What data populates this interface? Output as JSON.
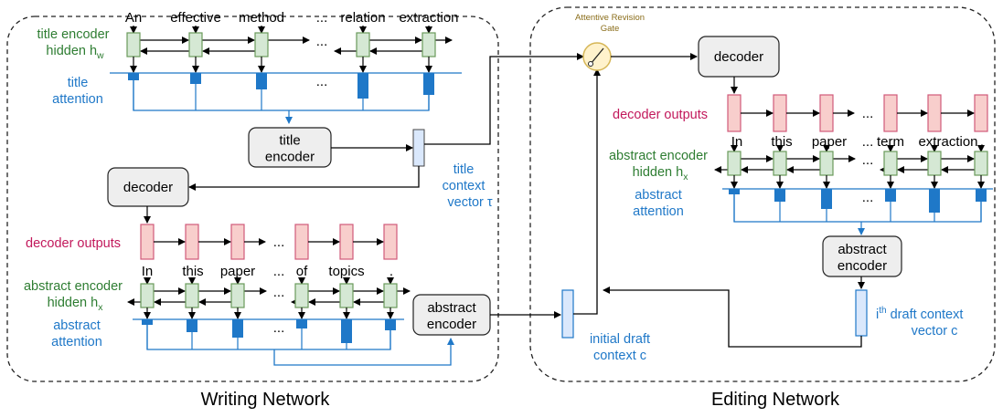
{
  "colors": {
    "green_text": "#2e7d32",
    "blue_text": "#1f78c8",
    "pink_text": "#c2185b",
    "encoder_fill": "#d5e8d4",
    "encoder_stroke": "#6a9a5b",
    "decoder_fill": "#f8cecc",
    "decoder_stroke": "#d05a7a",
    "attention": "#1f78c8",
    "context_fill": "#dae8fc",
    "module_fill": "#eeeeee",
    "gate_fill": "#fff2cc",
    "gate_stroke": "#d6b656"
  },
  "writing_network": {
    "caption": "Writing Network",
    "title_words": [
      "An",
      "effective",
      "method",
      "...",
      "relation",
      "extraction"
    ],
    "title_encoder_label": [
      "title encoder",
      "hidden h"
    ],
    "title_encoder_sub": "w",
    "title_attention_label": [
      "title",
      "attention"
    ],
    "title_encoder_box": [
      "title",
      "encoder"
    ],
    "context_vector_label": [
      "title",
      "context",
      "vector τ"
    ],
    "decoder_box": "decoder",
    "decoder_outputs_label": "decoder outputs",
    "abstract_words": [
      "In",
      "this",
      "paper",
      "...",
      "of",
      "topics",
      "."
    ],
    "abstract_encoder_label": [
      "abstract encoder",
      "hidden h"
    ],
    "abstract_encoder_sub": "x",
    "abstract_attention_label": [
      "abstract",
      "attention"
    ],
    "abstract_encoder_box": [
      "abstract",
      "encoder"
    ],
    "ellipsis": "..."
  },
  "editing_network": {
    "caption": "Editing  Network",
    "gate_label": [
      "Attentive Revision",
      "Gate"
    ],
    "decoder_box": "decoder",
    "decoder_outputs_label": "decoder outputs",
    "abstract_words": [
      "In",
      "this",
      "paper",
      "...",
      "term",
      "extraction",
      "."
    ],
    "abstract_encoder_label": [
      "abstract encoder",
      "hidden h"
    ],
    "abstract_encoder_sub": "x",
    "abstract_attention_label": [
      "abstract",
      "attention"
    ],
    "abstract_encoder_box": [
      "abstract",
      "encoder"
    ],
    "initial_context_label": [
      "initial draft",
      "context c"
    ],
    "draft_context_label": [
      "draft context",
      "vector c"
    ],
    "draft_context_prefix": "i",
    "draft_context_sup": "th",
    "ellipsis": "..."
  }
}
